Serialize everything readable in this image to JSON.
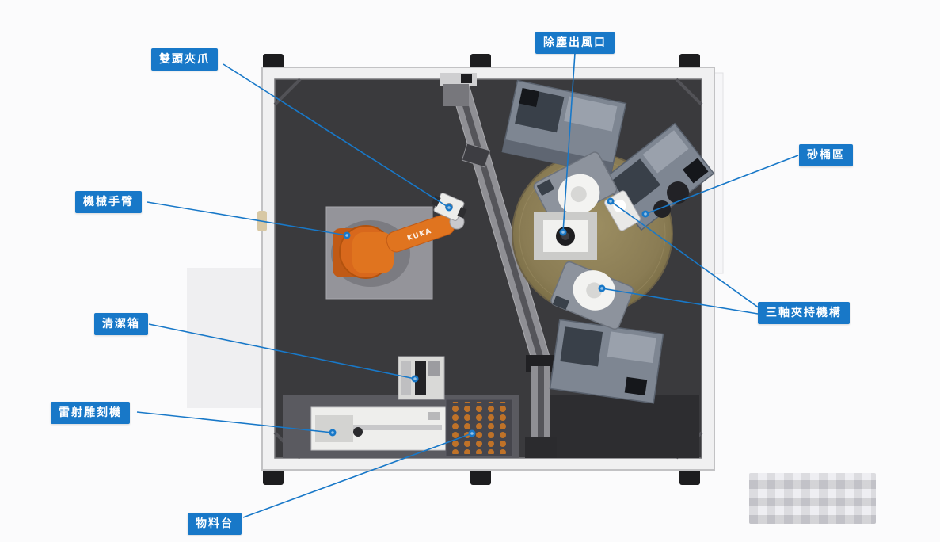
{
  "theme": {
    "accent": "#1878c8",
    "label-text": "#ffffff",
    "page-bg": "#fbfbfc"
  },
  "machine": {
    "robot_brand": "KUKA"
  },
  "labels": [
    {
      "id": "double-head-gripper",
      "text": "雙頭夾爪"
    },
    {
      "id": "dust-extraction-outlet",
      "text": "除塵出風口"
    },
    {
      "id": "sand-bucket-area",
      "text": "砂桶區"
    },
    {
      "id": "robotic-arm",
      "text": "機械手臂"
    },
    {
      "id": "three-axis-clamping-mechanism",
      "text": "三軸夾持機構"
    },
    {
      "id": "cleaning-box",
      "text": "清潔箱"
    },
    {
      "id": "laser-engraving-machine",
      "text": "雷射雕刻機"
    },
    {
      "id": "material-table",
      "text": "物料台"
    }
  ]
}
